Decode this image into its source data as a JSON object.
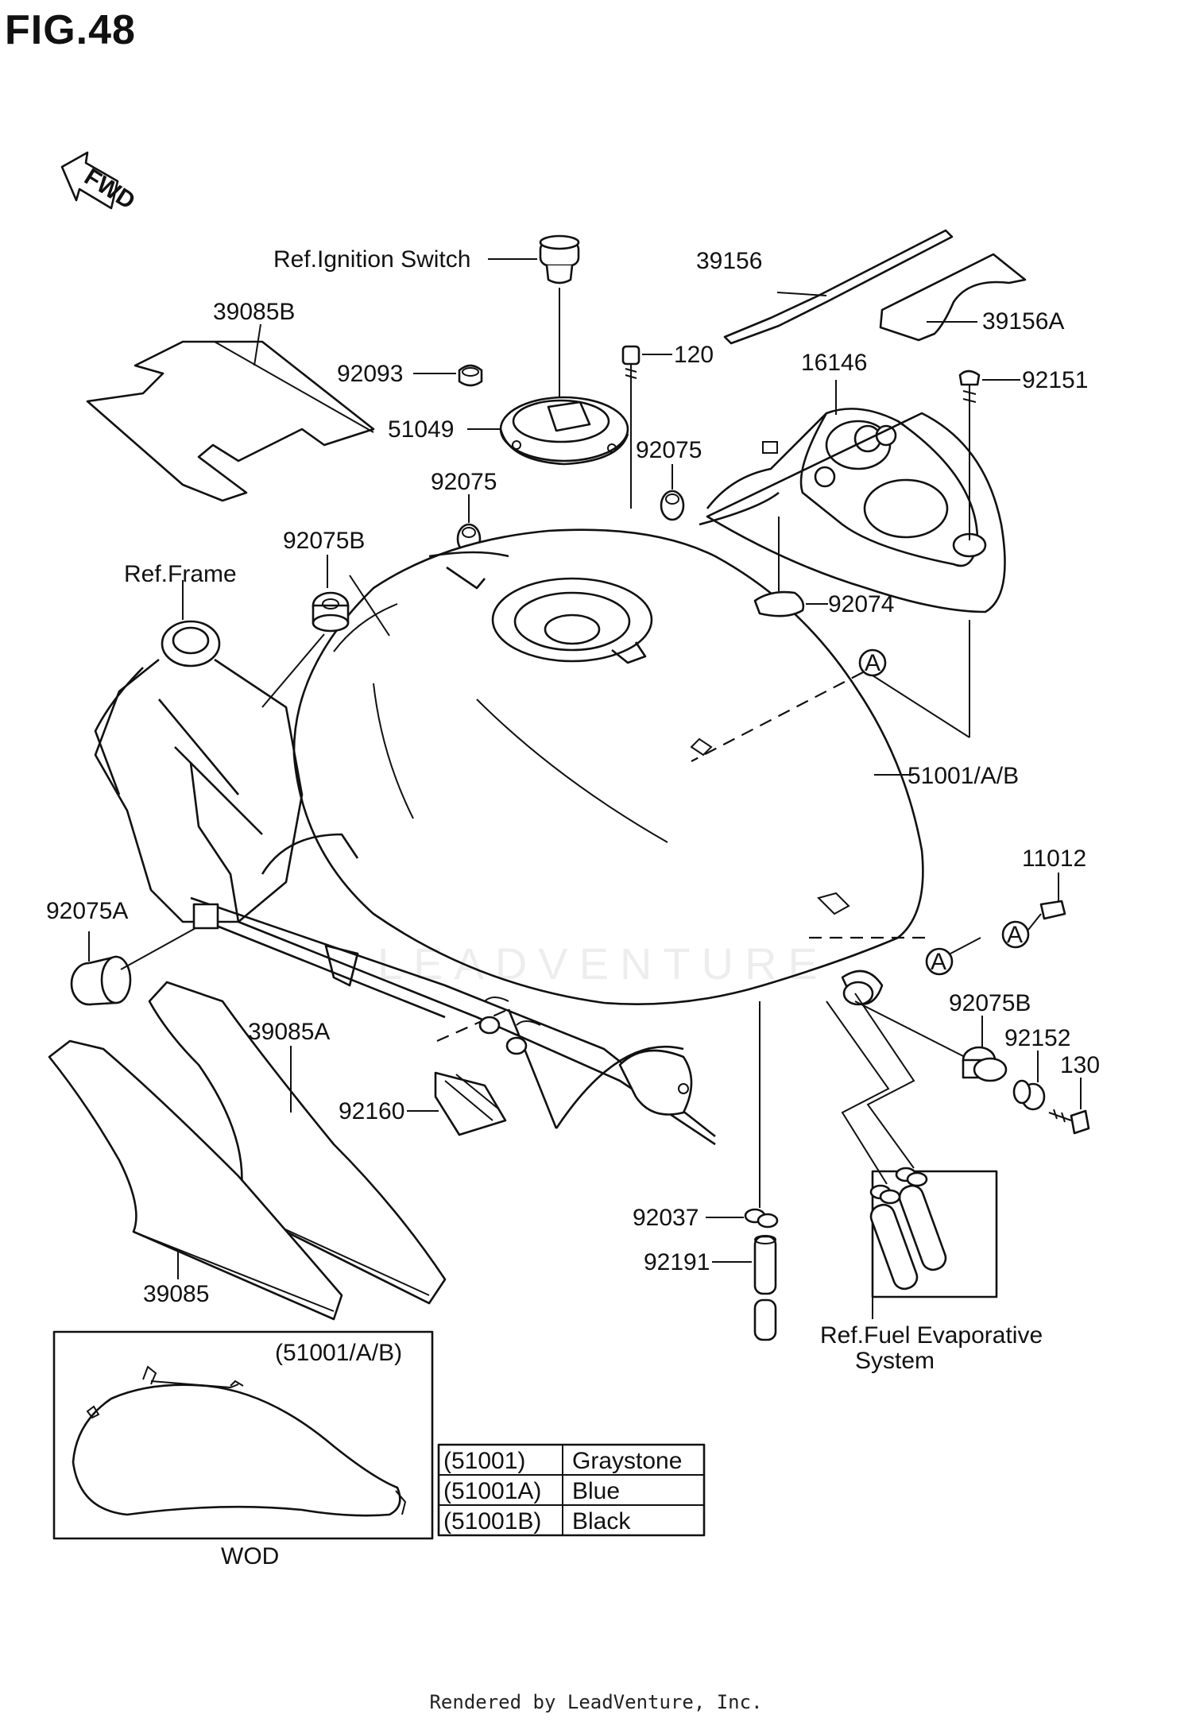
{
  "figure": {
    "title": "FIG.48"
  },
  "direction": {
    "label": "FWD"
  },
  "callouts": [
    {
      "id": "ref-ignition",
      "text": "Ref.Ignition Switch"
    },
    {
      "id": "p39156",
      "text": "39156"
    },
    {
      "id": "p39156a",
      "text": "39156A"
    },
    {
      "id": "p39085b",
      "text": "39085B"
    },
    {
      "id": "p120",
      "text": "120"
    },
    {
      "id": "p92093",
      "text": "92093"
    },
    {
      "id": "p16146",
      "text": "16146"
    },
    {
      "id": "p92151",
      "text": "92151"
    },
    {
      "id": "p51049",
      "text": "51049"
    },
    {
      "id": "p92075-top",
      "text": "92075"
    },
    {
      "id": "p92075-left",
      "text": "92075"
    },
    {
      "id": "p92075b-top",
      "text": "92075B"
    },
    {
      "id": "ref-frame",
      "text": "Ref.Frame"
    },
    {
      "id": "p92074",
      "text": "92074"
    },
    {
      "id": "p51001",
      "text": "51001/A/B"
    },
    {
      "id": "p11012",
      "text": "11012"
    },
    {
      "id": "p92075a",
      "text": "92075A"
    },
    {
      "id": "p39085a",
      "text": "39085A"
    },
    {
      "id": "p92075b-right",
      "text": "92075B"
    },
    {
      "id": "p92152",
      "text": "92152"
    },
    {
      "id": "p130",
      "text": "130"
    },
    {
      "id": "p92160",
      "text": "92160"
    },
    {
      "id": "p92037",
      "text": "92037"
    },
    {
      "id": "p92191",
      "text": "92191"
    },
    {
      "id": "p39085",
      "text": "39085"
    },
    {
      "id": "ref-fuel-1",
      "text": "Ref.Fuel Evaporative"
    },
    {
      "id": "ref-fuel-2",
      "text": "System"
    }
  ],
  "markers": {
    "a": "A"
  },
  "inset": {
    "label": "(51001/A/B)",
    "caption": "WOD"
  },
  "color_table": {
    "rows": [
      {
        "code": "(51001)",
        "color": "Graystone"
      },
      {
        "code": "(51001A)",
        "color": "Blue"
      },
      {
        "code": "(51001B)",
        "color": "Black"
      }
    ]
  },
  "watermark": "LEADVENTURE",
  "footer": "Rendered by LeadVenture, Inc."
}
